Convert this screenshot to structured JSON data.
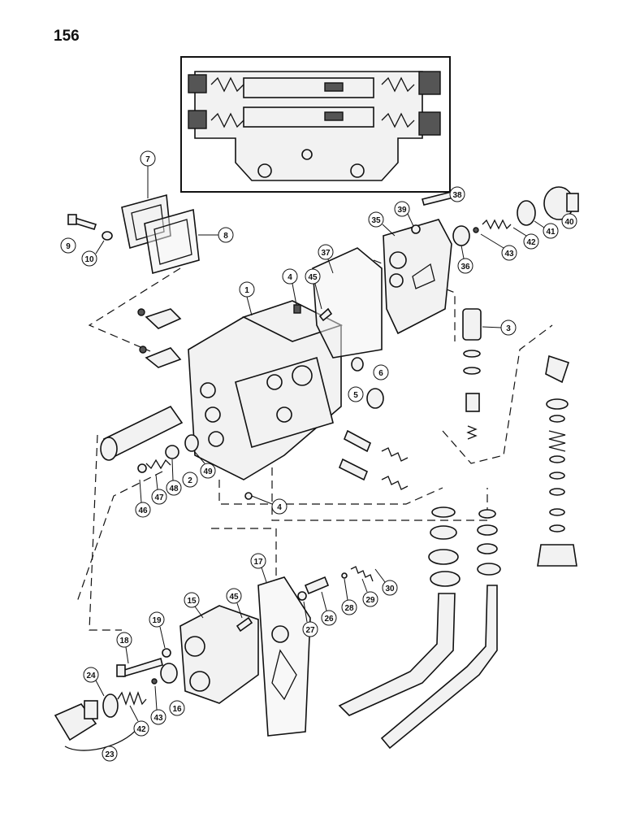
{
  "page_number": "156",
  "callouts": [
    "1",
    "2",
    "3",
    "4",
    "4",
    "5",
    "6",
    "7",
    "8",
    "9",
    "10",
    "15",
    "16",
    "17",
    "18",
    "19",
    "23",
    "24",
    "26",
    "27",
    "28",
    "29",
    "30",
    "35",
    "36",
    "37",
    "38",
    "39",
    "40",
    "41",
    "42",
    "42",
    "43",
    "43",
    "45",
    "45",
    "46",
    "47",
    "48",
    "49"
  ]
}
